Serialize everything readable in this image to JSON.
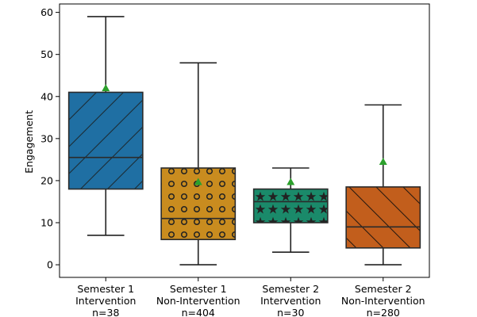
{
  "chart_data": {
    "type": "box",
    "title": "",
    "xlabel": "",
    "ylabel": "Engagement",
    "ylim": [
      -3,
      62
    ],
    "yticks": [
      0,
      10,
      20,
      30,
      40,
      50,
      60
    ],
    "grid": false,
    "categories": [
      [
        "Semester 1",
        "Intervention",
        "n=38"
      ],
      [
        "Semester 1",
        "Non-Intervention",
        "n=404"
      ],
      [
        "Semester 2",
        "Intervention",
        "n=30"
      ],
      [
        "Semester 2",
        "Non-Intervention",
        "n=280"
      ]
    ],
    "boxes": [
      {
        "whisker_low": 7,
        "q1": 18,
        "median": 25.5,
        "q3": 41,
        "whisker_high": 59,
        "mean": 42,
        "color": "#1f6fa3",
        "pattern": "forward-diagonal-hatch"
      },
      {
        "whisker_low": 0,
        "q1": 6,
        "median": 11,
        "q3": 23,
        "whisker_high": 48,
        "mean": 19.7,
        "color": "#c98c1f",
        "pattern": "circles"
      },
      {
        "whisker_low": 3,
        "q1": 10,
        "median": 15,
        "q3": 18,
        "whisker_high": 23,
        "mean": 19.7,
        "color": "#1a8a6a",
        "pattern": "stars"
      },
      {
        "whisker_low": 0,
        "q1": 4,
        "median": 9,
        "q3": 18.5,
        "whisker_high": 38,
        "mean": 24.5,
        "color": "#c25e1c",
        "pattern": "backward-diagonal-hatch"
      }
    ],
    "mean_marker": {
      "shape": "triangle",
      "color": "#2ca02c"
    }
  }
}
